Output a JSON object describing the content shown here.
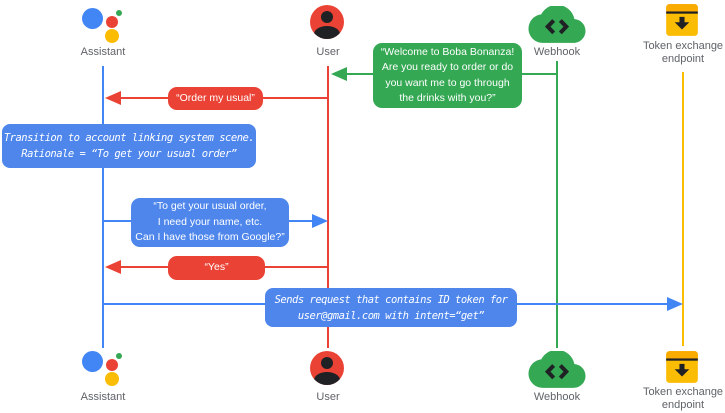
{
  "colors": {
    "blue": "#4285f4",
    "blue_bubble": "#4e86ec",
    "red": "#ea4335",
    "green": "#34a853",
    "yellow": "#fbbc04",
    "label_gray": "#5f6368",
    "glyph_dark": "#202124",
    "background": "#ffffff"
  },
  "actors": [
    {
      "id": "assistant",
      "label": "Assistant",
      "icon": "google-assistant-icon",
      "lifeline_color": "#4285f4"
    },
    {
      "id": "user",
      "label": "User",
      "icon": "user-icon",
      "lifeline_color": "#ea4335"
    },
    {
      "id": "webhook",
      "label": "Webhook",
      "icon": "webhook-cloud-icon",
      "lifeline_color": "#34a853"
    },
    {
      "id": "token_endpoint",
      "label": "Token exchange\nendpoint",
      "icon": "token-endpoint-icon",
      "lifeline_color": "#fbbc04"
    }
  ],
  "messages": [
    {
      "id": "welcome",
      "style": "speech-bubble",
      "from": "webhook",
      "to": "user",
      "color": "#34a853",
      "text": "“Welcome to Boba Bonanza!\nAre you ready to order or do\nyou want me to go through\nthe drinks with you?”"
    },
    {
      "id": "order-usual",
      "style": "speech-bubble",
      "from": "user",
      "to": "assistant",
      "color": "#ea4335",
      "text": "“Order my usual”"
    },
    {
      "id": "transition-note",
      "style": "system-note",
      "on": "assistant",
      "color": "#4e86ec",
      "text": "Transition to account linking system scene.\nRationale = “To get your usual order”"
    },
    {
      "id": "ask-google-info",
      "style": "speech-bubble",
      "from": "assistant",
      "to": "user",
      "color": "#4e86ec",
      "text": "“To get your usual order,\nI need your name, etc.\nCan I have those from Google?”"
    },
    {
      "id": "yes",
      "style": "speech-bubble",
      "from": "user",
      "to": "assistant",
      "color": "#ea4335",
      "text": "“Yes”"
    },
    {
      "id": "send-request",
      "style": "system-note",
      "from": "assistant",
      "to": "token_endpoint",
      "color": "#4e86ec",
      "text": "Sends request that contains ID token for\nuser@gmail.com with intent=“get”"
    }
  ]
}
